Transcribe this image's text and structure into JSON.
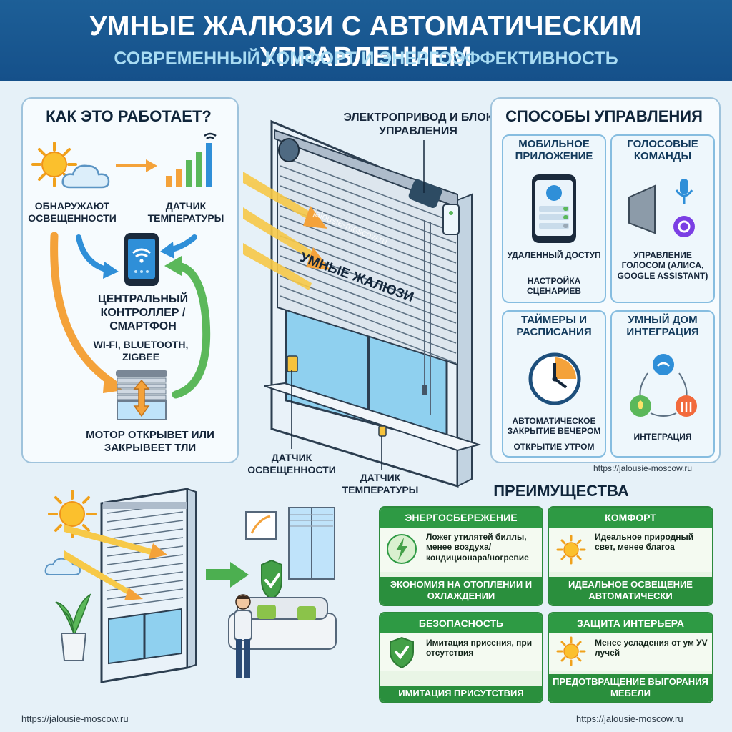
{
  "header": {
    "title": "УМНЫЕ ЖАЛЮЗИ С АВТОМАТИЧЕСКИМ УПРАВЛЕНИЕМ",
    "subtitle": "СОВРЕМЕННЫЙ КОМФОРТ И ЭНЕРГОЭФФЕКТИВНОСТЬ"
  },
  "how": {
    "title": "КАК ЭТО РАБОТАЕТ?",
    "light_sensor": "ОБНАРУЖАЮТ ОСВЕЩЕННОСТИ",
    "temp_sensor": "ДАТЧИК ТЕМПЕРАТУРЫ",
    "controller": "ЦЕНТРАЛЬНЫЙ КОНТРОЛЛЕР / СМАРТФОН",
    "protocols": "WI-FI, BLUETOOTH, ZIGBEE",
    "motor": "МОТОР ОТКРЫВЕТ ИЛИ ЗАКРЫВЕЕТ ТЛИ"
  },
  "center": {
    "drive_label": "ЭЛЕКТРОПРИВОД И БЛОК УПРАВЛЕНИЯ",
    "watermark": "jalousie-moscow.ru",
    "blind_label": "УМНЫЕ ЖАЛЮЗИ",
    "light_sensor_label": "ДАТЧИК ОСВЕЩЕННОСТИ",
    "temp_sensor_label": "ДАТЧИК ТЕМПЕРАТУРЫ"
  },
  "controls": {
    "title": "СПОСОБЫ УПРАВЛЕНИЯ",
    "tiles": [
      {
        "title": "МОБИЛЬНОЕ ПРИЛОЖЕНИЕ",
        "text1": "УДАЛЕННЫЙ ДОСТУП",
        "text2": "НАСТРОЙКА СЦЕНАРИЕВ"
      },
      {
        "title": "ГОЛОСОВЫЕ КОМАНДЫ",
        "text1": "УПРАВЛЕНИЕ ГОЛОСОМ (АЛИСА, GOOGLE ASSISTANT)",
        "text2": ""
      },
      {
        "title": "ТАЙМЕРЫ И РАСПИСАНИЯ",
        "text1": "АВТОМАТИЧЕСКОЕ ЗАКРЫТИЕ ВЕЧЕРОМ",
        "text2": "ОТКРЫТИЕ УТРОМ"
      },
      {
        "title": "УМНЫЙ ДОМ ИНТЕГРАЦИЯ",
        "text1": "ИНТЕГРАЦИЯ",
        "text2": ""
      }
    ],
    "url": "https://jalousie-moscow.ru"
  },
  "benefits": {
    "title": "ПРЕИМУЩЕСТВА",
    "items": [
      {
        "header": "ЭНЕРГОСБЕРЕЖЕНИЕ",
        "text": "Ложег утилятей биллы, менее воздуха/ кондиционара/ногревие",
        "footer": "ЭКОНОМИЯ НА ОТОПЛЕНИИ И ОХЛАЖДЕНИИ"
      },
      {
        "header": "КОМФОРТ",
        "text": "Идеальное природный свет, менее благоа",
        "footer": "ИДЕАЛЬНОЕ ОСВЕЩЕНИЕ АВТОМАТИЧЕСКИ"
      },
      {
        "header": "БЕЗОПАСНОСТЬ",
        "text": "Имитация присения, при отсутствия",
        "footer": "ИМИТАЦИЯ ПРИСУТСТВИЯ"
      },
      {
        "header": "ЗАЩИТА ИНТЕРЬЕРА",
        "text": "Менее усладения от ум УV лучей",
        "footer": "ПРЕДОТВРАЩЕНИЕ ВЫГОРАНИЯ МЕБЕЛИ"
      }
    ]
  },
  "footer": {
    "url_left": "https://jalousie-moscow.ru",
    "url_right": "https://jalousie-moscow.ru"
  },
  "colors": {
    "header_bg": "#1d5f97",
    "subtitle": "#a9dcf3",
    "benefit_green": "#2e9a44",
    "arrow_orange": "#f4a23a",
    "arrow_green": "#5bb85a",
    "arrow_blue": "#2f8fd8"
  },
  "icons": [
    "sun-icon",
    "cloud-icon",
    "signal-bars-icon",
    "smartphone-icon",
    "motor-blind-icon",
    "speaker-icon",
    "microphone-icon",
    "assistant-icon",
    "clock-icon",
    "bulb-icon",
    "heater-icon",
    "hub-icon",
    "shield-icon",
    "leaf-bolt-icon",
    "plant-icon",
    "person-icon",
    "sofa-icon"
  ]
}
